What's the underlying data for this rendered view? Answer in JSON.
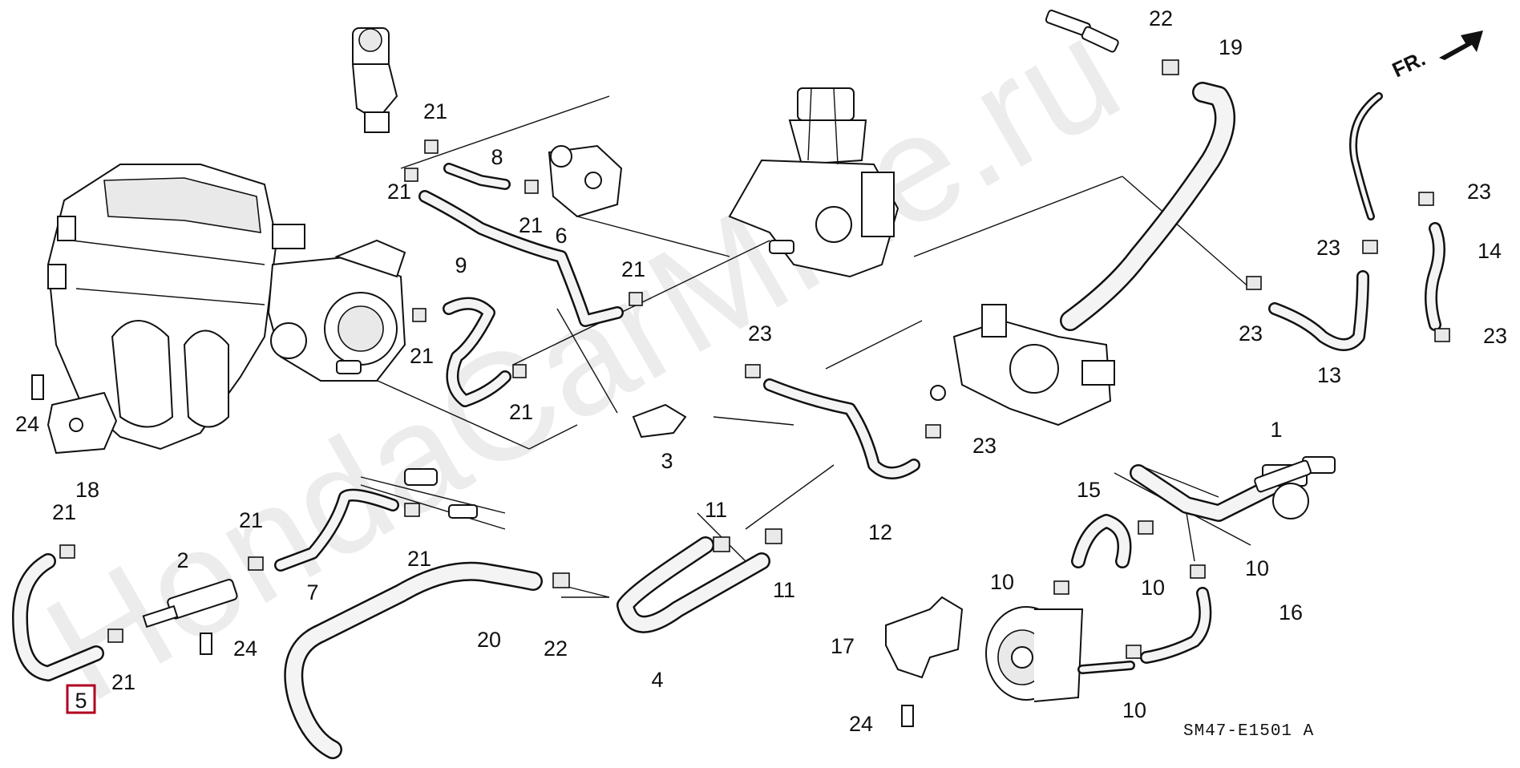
{
  "diagram": {
    "watermark": "HondaCarMine.ru",
    "direction_label": "FR.",
    "figure_code": "SM47-E1501 A",
    "highlighted_part": "5",
    "callouts": [
      {
        "id": "c1",
        "label": "1"
      },
      {
        "id": "c2",
        "label": "2"
      },
      {
        "id": "c3",
        "label": "3"
      },
      {
        "id": "c4",
        "label": "4"
      },
      {
        "id": "c5",
        "label": "5"
      },
      {
        "id": "c6",
        "label": "6"
      },
      {
        "id": "c7",
        "label": "7"
      },
      {
        "id": "c8",
        "label": "8"
      },
      {
        "id": "c9",
        "label": "9"
      },
      {
        "id": "c10a",
        "label": "10"
      },
      {
        "id": "c10b",
        "label": "10"
      },
      {
        "id": "c10c",
        "label": "10"
      },
      {
        "id": "c10d",
        "label": "10"
      },
      {
        "id": "c11a",
        "label": "11"
      },
      {
        "id": "c11b",
        "label": "11"
      },
      {
        "id": "c12",
        "label": "12"
      },
      {
        "id": "c13",
        "label": "13"
      },
      {
        "id": "c14",
        "label": "14"
      },
      {
        "id": "c15",
        "label": "15"
      },
      {
        "id": "c16",
        "label": "16"
      },
      {
        "id": "c17",
        "label": "17"
      },
      {
        "id": "c18",
        "label": "18"
      },
      {
        "id": "c19",
        "label": "19"
      },
      {
        "id": "c20",
        "label": "20"
      },
      {
        "id": "c21a",
        "label": "21"
      },
      {
        "id": "c21b",
        "label": "21"
      },
      {
        "id": "c21c",
        "label": "21"
      },
      {
        "id": "c21d",
        "label": "21"
      },
      {
        "id": "c21e",
        "label": "21"
      },
      {
        "id": "c21f",
        "label": "21"
      },
      {
        "id": "c21g",
        "label": "21"
      },
      {
        "id": "c21h",
        "label": "21"
      },
      {
        "id": "c21i",
        "label": "21"
      },
      {
        "id": "c21j",
        "label": "21"
      },
      {
        "id": "c22a",
        "label": "22"
      },
      {
        "id": "c22b",
        "label": "22"
      },
      {
        "id": "c23a",
        "label": "23"
      },
      {
        "id": "c23b",
        "label": "23"
      },
      {
        "id": "c23c",
        "label": "23"
      },
      {
        "id": "c23d",
        "label": "23"
      },
      {
        "id": "c23e",
        "label": "23"
      },
      {
        "id": "c23f",
        "label": "23"
      },
      {
        "id": "c24a",
        "label": "24"
      },
      {
        "id": "c24b",
        "label": "24"
      },
      {
        "id": "c24c",
        "label": "24"
      }
    ]
  }
}
